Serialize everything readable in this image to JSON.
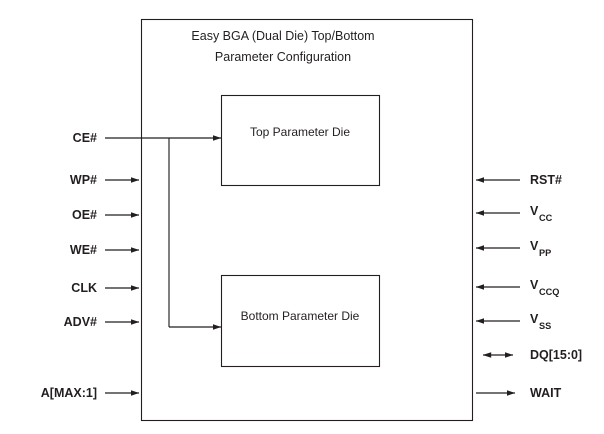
{
  "diagram": {
    "title_line1": "Easy BGA (Dual Die) Top/Bottom",
    "title_line2": "Parameter Configuration",
    "colors": {
      "stroke": "#231f20",
      "text": "#231f20",
      "background": "#ffffff"
    },
    "blocks": [
      {
        "id": "top-die",
        "label": "Top Parameter Die"
      },
      {
        "id": "bottom-die",
        "label": "Bottom Parameter Die"
      }
    ],
    "left_pins": [
      {
        "name": "CE#",
        "base": "CE#",
        "sub": "",
        "direction": "in",
        "branching": true
      },
      {
        "name": "WP#",
        "base": "WP#",
        "sub": "",
        "direction": "in",
        "branching": false
      },
      {
        "name": "OE#",
        "base": "OE#",
        "sub": "",
        "direction": "in",
        "branching": false
      },
      {
        "name": "WE#",
        "base": "WE#",
        "sub": "",
        "direction": "in",
        "branching": false
      },
      {
        "name": "CLK",
        "base": "CLK",
        "sub": "",
        "direction": "in",
        "branching": false
      },
      {
        "name": "ADV#",
        "base": "ADV#",
        "sub": "",
        "direction": "in",
        "branching": false
      },
      {
        "name": "A[MAX:1]",
        "base": "A[MAX:1]",
        "sub": "",
        "direction": "in",
        "branching": false
      }
    ],
    "right_pins": [
      {
        "name": "RST#",
        "base": "RST#",
        "sub": "",
        "direction": "in"
      },
      {
        "name": "VCC",
        "base": "V",
        "sub": "CC",
        "direction": "in"
      },
      {
        "name": "VPP",
        "base": "V",
        "sub": "PP",
        "direction": "in"
      },
      {
        "name": "VCCQ",
        "base": "V",
        "sub": "CCQ",
        "direction": "in"
      },
      {
        "name": "VSS",
        "base": "V",
        "sub": "SS",
        "direction": "in"
      },
      {
        "name": "DQ[15:0]",
        "base": "DQ[15:0]",
        "sub": "",
        "direction": "bidirectional"
      },
      {
        "name": "WAIT",
        "base": "WAIT",
        "sub": "",
        "direction": "out"
      }
    ]
  }
}
